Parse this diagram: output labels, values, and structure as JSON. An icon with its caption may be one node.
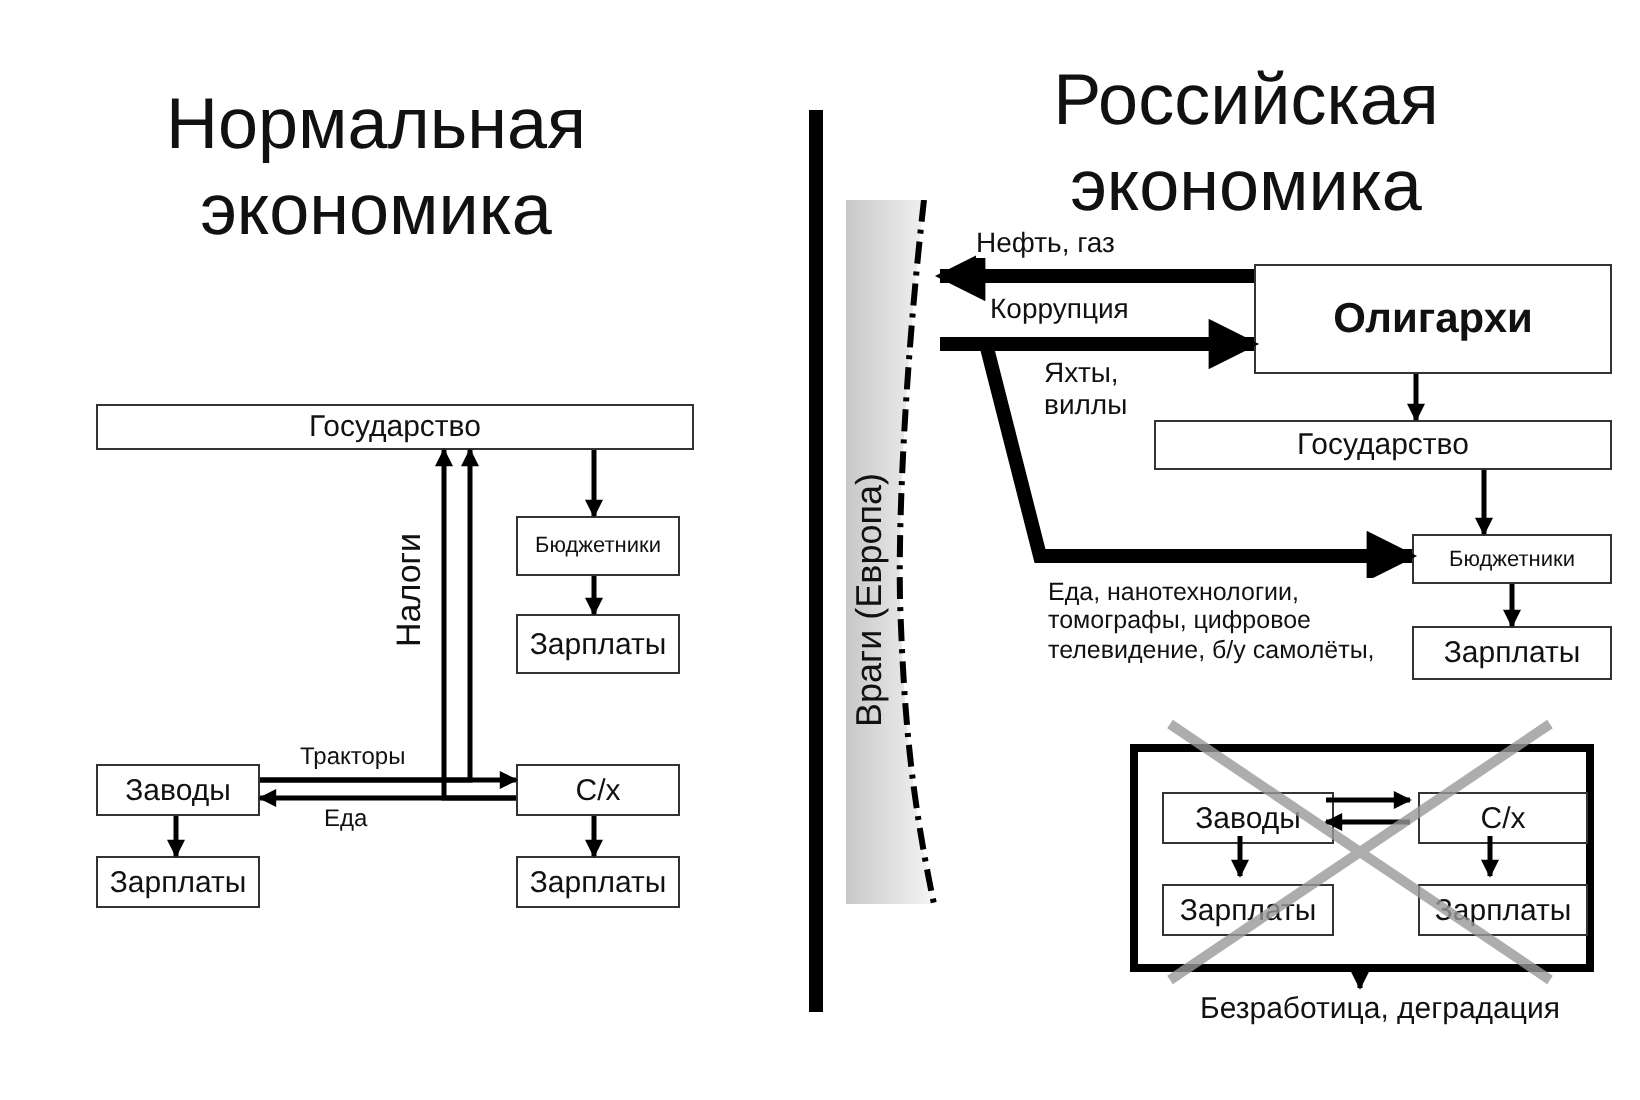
{
  "diagram": {
    "nodes": [
      {
        "text": [
          "Государство"
        ]
      },
      {
        "text": [
          "Бюджетники"
        ]
      },
      {
        "text": [
          "Зарплаты"
        ]
      },
      {
        "text": [
          "Заводы"
        ]
      },
      {
        "text": [
          "С/х"
        ]
      },
      {
        "text": [
          "Зарплаты"
        ]
      },
      {
        "text": [
          "Зарплаты"
        ]
      },
      {
        "text": [
          "Олигархи"
        ]
      },
      {
        "text": [
          "Государство"
        ]
      },
      {
        "text": [
          "Бюджетники"
        ]
      },
      {
        "text": [
          "Зарплаты"
        ]
      },
      {
        "text": [
          "Враги (Европа)"
        ]
      },
      {
        "text": [],
        "shape": "box"
      },
      {
        "text": [
          "Заводы"
        ],
        "in": 12
      },
      {
        "text": [
          "С/х"
        ],
        "in": 12
      },
      {
        "text": [
          "Зарплаты"
        ],
        "in": 12
      },
      {
        "text": [
          "Зарплаты"
        ],
        "in": 12
      },
      {
        "text": [
          "Безработица, деградация"
        ]
      }
    ],
    "edges": [
      {
        "from": 0,
        "to": 1,
        "arrow": "to"
      },
      {
        "from": 1,
        "to": 2,
        "arrow": "to"
      },
      {
        "from": 3,
        "to": 4,
        "arrow": "to",
        "label": "Тракторы"
      },
      {
        "from": 4,
        "to": 3,
        "arrow": "to",
        "label": "Еда"
      },
      {
        "from": 3,
        "to": 0,
        "arrow": "to"
      },
      {
        "from": 4,
        "to": 0,
        "arrow": "to",
        "label": "Налоги"
      },
      {
        "from": 3,
        "to": 5,
        "arrow": "to"
      },
      {
        "from": 4,
        "to": 6,
        "arrow": "to"
      },
      {
        "from": 7,
        "to": 11,
        "arrow": "to",
        "label": "Нефть, газ",
        "style": "thick"
      },
      {
        "from": 11,
        "to": 7,
        "arrow": "to",
        "label": "Коррупция",
        "style": "thick"
      },
      {
        "from": 11,
        "to": 9,
        "arrow": "to",
        "label": "Еда, нанотехнологии, томографы, цифровое телевидение, б/у самолёты,",
        "style": "thick"
      },
      {
        "from": 7,
        "to": 8,
        "arrow": "to"
      },
      {
        "from": 8,
        "to": 9,
        "arrow": "to"
      },
      {
        "from": 9,
        "to": 10,
        "arrow": "to"
      },
      {
        "from": 13,
        "to": 14,
        "arrow": "to"
      },
      {
        "from": 14,
        "to": 13,
        "arrow": "to"
      },
      {
        "from": 13,
        "to": 15,
        "arrow": "to"
      },
      {
        "from": 14,
        "to": 16,
        "arrow": "to"
      },
      {
        "from": 12,
        "to": 17,
        "arrow": "to"
      }
    ],
    "labels": [
      "Нормальная экономика",
      "Российская экономика",
      "Яхты, виллы"
    ]
  }
}
